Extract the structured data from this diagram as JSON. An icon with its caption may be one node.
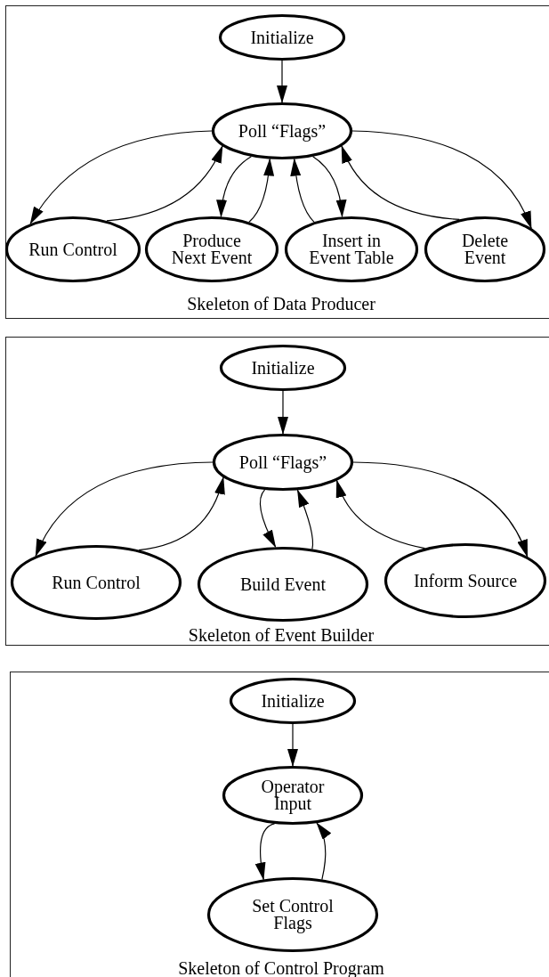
{
  "diagram": {
    "nodes": [
      {
        "text": [
          "Skeleton of Data Producer"
        ]
      },
      {
        "text": [
          "Initialize"
        ],
        "in": 0
      },
      {
        "text": [
          "Poll “Flags”"
        ],
        "in": 0
      },
      {
        "text": [
          "Run Control"
        ],
        "in": 0
      },
      {
        "text": [
          "Produce Next Event"
        ],
        "in": 0
      },
      {
        "text": [
          "Insert in Event Table"
        ],
        "in": 0
      },
      {
        "text": [
          "Delete Event"
        ],
        "in": 0
      },
      {
        "text": [
          "Skeleton of Event Builder"
        ]
      },
      {
        "text": [
          "Initialize"
        ],
        "in": 7
      },
      {
        "text": [
          "Poll “Flags”"
        ],
        "in": 7
      },
      {
        "text": [
          "Run Control"
        ],
        "in": 7
      },
      {
        "text": [
          "Build Event"
        ],
        "in": 7
      },
      {
        "text": [
          "Inform Source"
        ],
        "in": 7
      },
      {
        "text": [
          "Skeleton of Control Program"
        ]
      },
      {
        "text": [
          "Initialize"
        ],
        "in": 13
      },
      {
        "text": [
          "Operator Input"
        ],
        "in": 13
      },
      {
        "text": [
          "Set Control Flags"
        ],
        "in": 13
      }
    ],
    "edges": [
      {
        "from": 1,
        "to": 2,
        "arrow": "to"
      },
      {
        "from": 2,
        "to": 3,
        "arrow": "to"
      },
      {
        "from": 3,
        "to": 2,
        "arrow": "to"
      },
      {
        "from": 2,
        "to": 4,
        "arrow": "to"
      },
      {
        "from": 4,
        "to": 2,
        "arrow": "to"
      },
      {
        "from": 5,
        "to": 2,
        "arrow": "to"
      },
      {
        "from": 2,
        "to": 5,
        "arrow": "to"
      },
      {
        "from": 6,
        "to": 2,
        "arrow": "to"
      },
      {
        "from": 2,
        "to": 6,
        "arrow": "to"
      },
      {
        "from": 8,
        "to": 9,
        "arrow": "to"
      },
      {
        "from": 9,
        "to": 10,
        "arrow": "to"
      },
      {
        "from": 10,
        "to": 9,
        "arrow": "to"
      },
      {
        "from": 9,
        "to": 11,
        "arrow": "to"
      },
      {
        "from": 11,
        "to": 9,
        "arrow": "to"
      },
      {
        "from": 12,
        "to": 9,
        "arrow": "to"
      },
      {
        "from": 9,
        "to": 12,
        "arrow": "to"
      },
      {
        "from": 14,
        "to": 15,
        "arrow": "to"
      },
      {
        "from": 15,
        "to": 16,
        "arrow": "to"
      },
      {
        "from": 16,
        "to": 15,
        "arrow": "to"
      }
    ]
  }
}
